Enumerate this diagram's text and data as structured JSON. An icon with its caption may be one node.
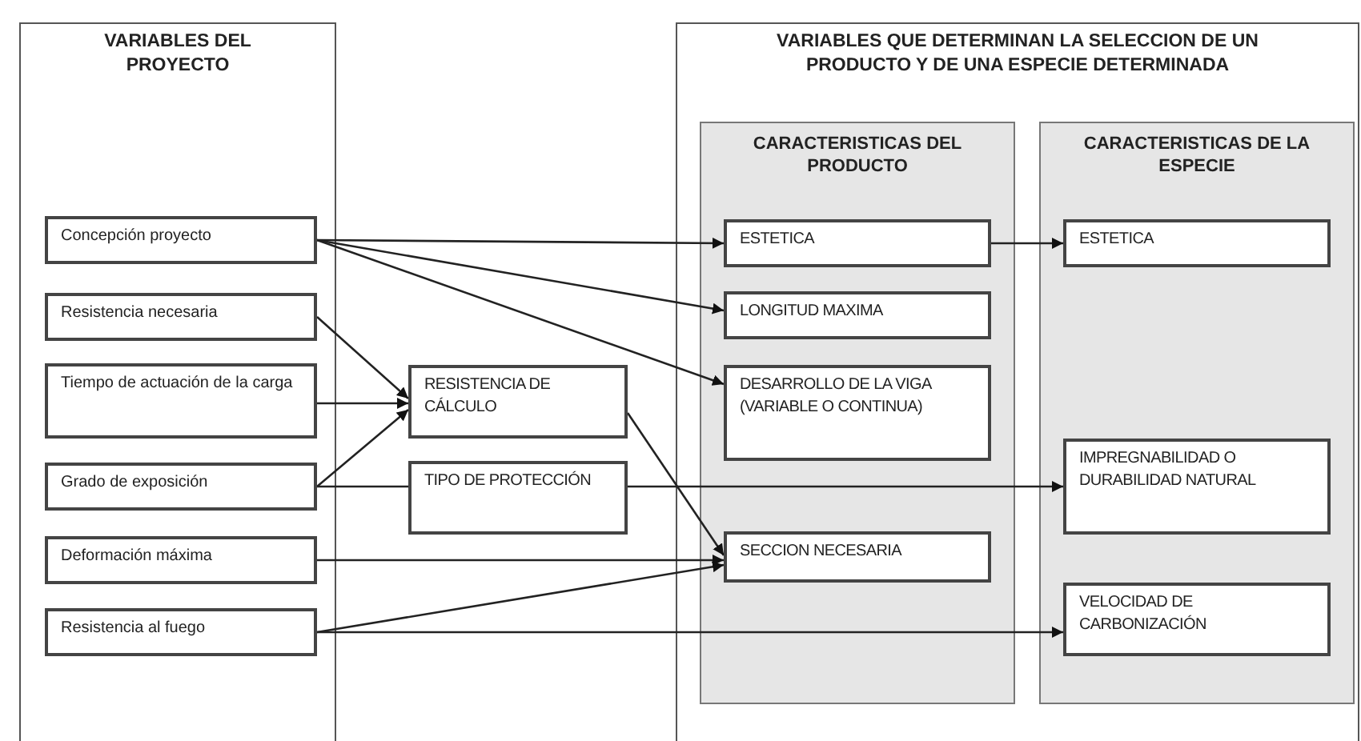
{
  "diagram": {
    "nodes": [
      {
        "text": [
          "VARIABLES DEL PROYECTO"
        ]
      },
      {
        "text": [
          "VARIABLES QUE DETERMINAN LA SELECCION DE UN PRODUCTO Y DE UNA ESPECIE DETERMINADA"
        ]
      },
      {
        "text": [
          "CARACTERISTICAS DEL PRODUCTO"
        ],
        "in": 1
      },
      {
        "text": [
          "CARACTERISTICAS DE LA ESPECIE"
        ],
        "in": 1
      },
      {
        "text": [
          "Concepción proyecto"
        ],
        "in": 0
      },
      {
        "text": [
          "Resistencia necesaria"
        ],
        "in": 0
      },
      {
        "text": [
          "Tiempo de actuación de la carga"
        ],
        "in": 0
      },
      {
        "text": [
          "Grado de exposición"
        ],
        "in": 0
      },
      {
        "text": [
          "Deformación máxima"
        ],
        "in": 0
      },
      {
        "text": [
          "Resistencia al fuego"
        ],
        "in": 0
      },
      {
        "text": [
          "RESISTENCIA DE CÁLCULO"
        ]
      },
      {
        "text": [
          "TIPO DE PROTECCIÓN"
        ]
      },
      {
        "text": [
          "ESTETICA"
        ],
        "in": 2
      },
      {
        "text": [
          "LONGITUD MAXIMA"
        ],
        "in": 2
      },
      {
        "text": [
          "DESARROLLO DE LA VIGA (VARIABLE O CONTINUA)"
        ],
        "in": 2
      },
      {
        "text": [
          "SECCION NECESARIA"
        ],
        "in": 2
      },
      {
        "text": [
          "ESTETICA"
        ],
        "in": 3
      },
      {
        "text": [
          "IMPREGNABILIDAD O DURABILIDAD NATURAL"
        ],
        "in": 3
      },
      {
        "text": [
          "VELOCIDAD DE CARBONIZACIÓN"
        ],
        "in": 3
      }
    ],
    "edges": [
      {
        "from": 4,
        "to": 12,
        "arrow": "to"
      },
      {
        "from": 4,
        "to": 13,
        "arrow": "to"
      },
      {
        "from": 4,
        "to": 14,
        "arrow": "to"
      },
      {
        "from": 5,
        "to": 10,
        "arrow": "to"
      },
      {
        "from": 6,
        "to": 10,
        "arrow": "to"
      },
      {
        "from": 7,
        "to": 10,
        "arrow": "to"
      },
      {
        "from": 7,
        "to": 11,
        "arrow": "none"
      },
      {
        "from": 11,
        "to": 17,
        "arrow": "to"
      },
      {
        "from": 10,
        "to": 15,
        "arrow": "to"
      },
      {
        "from": 8,
        "to": 15,
        "arrow": "to"
      },
      {
        "from": 9,
        "to": 15,
        "arrow": "to"
      },
      {
        "from": 9,
        "to": 18,
        "arrow": "to"
      },
      {
        "from": 12,
        "to": 16,
        "arrow": "to"
      }
    ]
  }
}
